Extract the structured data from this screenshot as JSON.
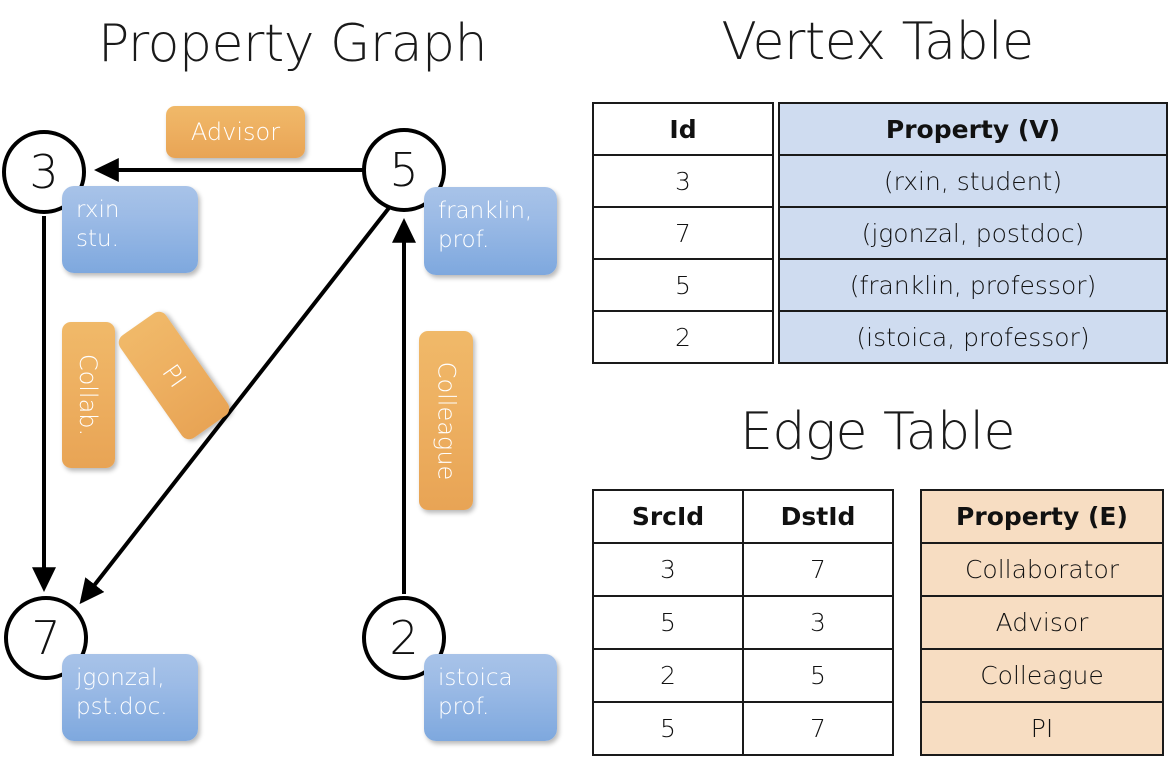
{
  "titles": {
    "property_graph": "Property Graph",
    "vertex_table": "Vertex Table",
    "edge_table": "Edge Table"
  },
  "graph": {
    "nodes": [
      {
        "id": "3",
        "property_label_line1": "rxin",
        "property_label_line2": "stu."
      },
      {
        "id": "5",
        "property_label_line1": "franklin,",
        "property_label_line2": "prof."
      },
      {
        "id": "7",
        "property_label_line1": "jgonzal,",
        "property_label_line2": "pst.doc."
      },
      {
        "id": "2",
        "property_label_line1": "istoica",
        "property_label_line2": "prof."
      }
    ],
    "edge_labels": [
      {
        "name": "advisor",
        "text": "Advisor"
      },
      {
        "name": "collab",
        "text": "Collab."
      },
      {
        "name": "pi",
        "text": "PI"
      },
      {
        "name": "colleague",
        "text": "Colleague"
      }
    ],
    "colors": {
      "vertex_box": "#9cbbe6",
      "edge_box": "#eeb162",
      "stroke": "#000000"
    }
  },
  "vertex_table": {
    "headers": [
      "Id",
      "Property (V)"
    ],
    "rows": [
      {
        "id": "3",
        "property": "(rxin, student)"
      },
      {
        "id": "7",
        "property": "(jgonzal, postdoc)"
      },
      {
        "id": "5",
        "property": "(franklin, professor)"
      },
      {
        "id": "2",
        "property": "(istoica, professor)"
      }
    ],
    "property_fill": "#cfdcf0"
  },
  "edge_table": {
    "headers": [
      "SrcId",
      "DstId",
      "Property (E)"
    ],
    "rows": [
      {
        "src": "3",
        "dst": "7",
        "property": "Collaborator"
      },
      {
        "src": "5",
        "dst": "3",
        "property": "Advisor"
      },
      {
        "src": "2",
        "dst": "5",
        "property": "Colleague"
      },
      {
        "src": "5",
        "dst": "7",
        "property": "PI"
      }
    ],
    "property_fill": "#f7ddc2"
  }
}
